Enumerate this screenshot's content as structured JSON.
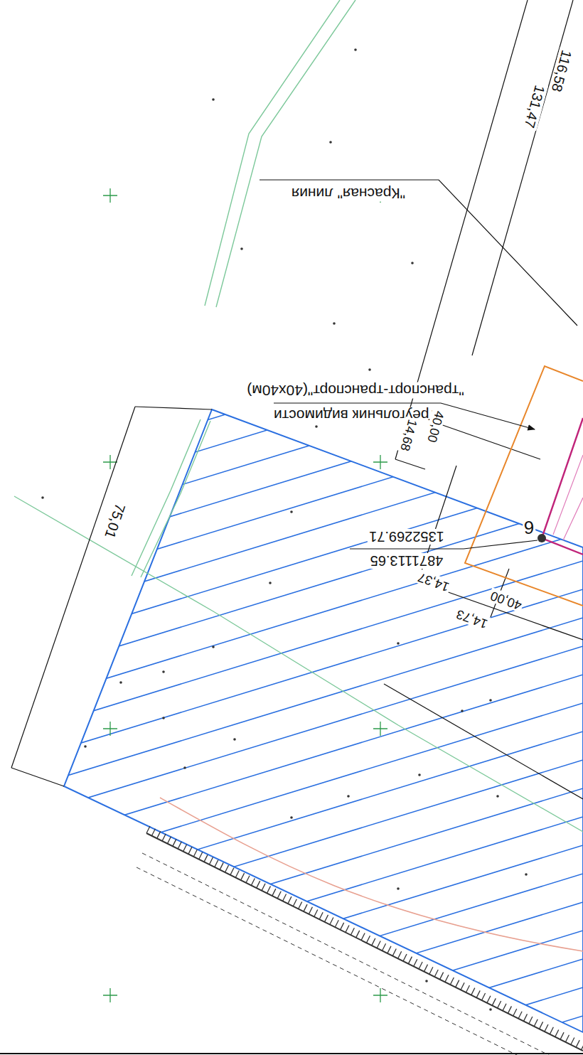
{
  "diagram": {
    "labels": [
      "116,58",
      "131,47",
      "\"Красная\" линия",
      "Треугольник видимости",
      "\"транспорт-транспорт\"(40х40м)",
      "14,68",
      "40,00",
      "6",
      "14,37",
      "40,00",
      "14,73",
      "4871113.65",
      "1352269.71",
      "75,01"
    ]
  }
}
